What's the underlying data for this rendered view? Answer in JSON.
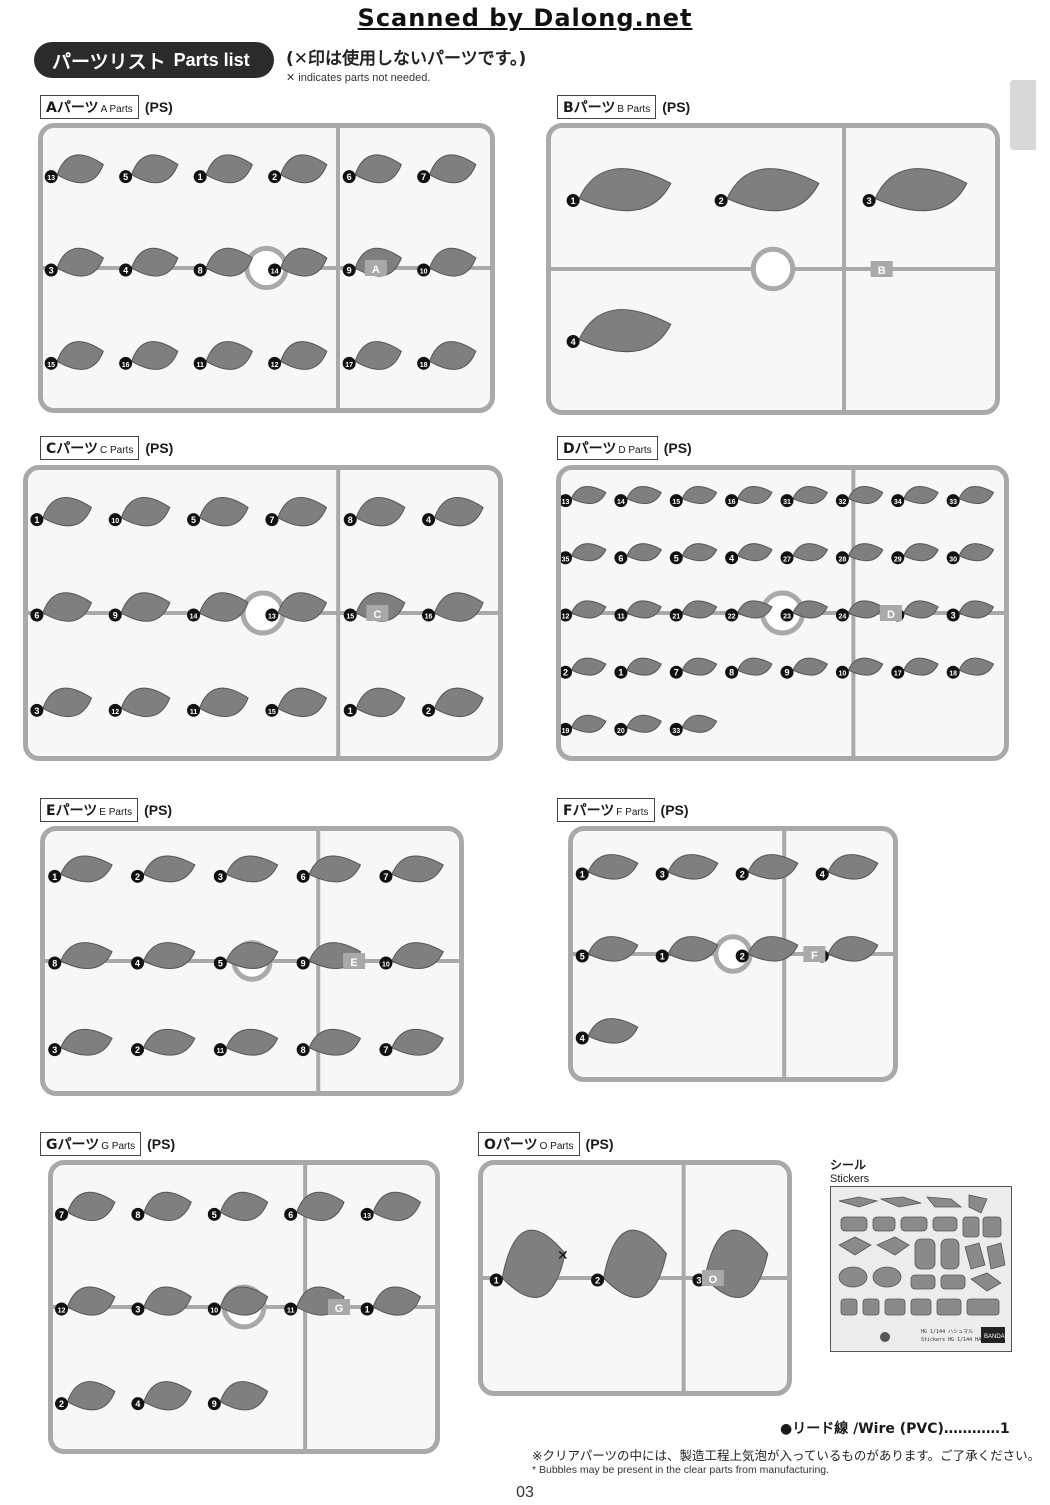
{
  "watermark": "Scanned by Dalong.net",
  "header": {
    "title_jp": "パーツリスト",
    "title_en": "Parts list",
    "note_jp": "(✕印は使用しないパーツです。)",
    "note_en": "✕ indicates parts not needed."
  },
  "runners": [
    {
      "id": "A",
      "label_jp": "Aパーツ",
      "label_en": "A Parts",
      "material": "(PS)",
      "tag": "A",
      "numbers": [
        "13",
        "5",
        "1",
        "2",
        "6",
        "7",
        "3",
        "4",
        "8",
        "14",
        "9",
        "10",
        "15",
        "16",
        "11",
        "12",
        "17",
        "18"
      ]
    },
    {
      "id": "B",
      "label_jp": "Bパーツ",
      "label_en": "B Parts",
      "material": "(PS)",
      "tag": "B",
      "numbers": [
        "1",
        "2",
        "3",
        "4"
      ]
    },
    {
      "id": "C",
      "label_jp": "Cパーツ",
      "label_en": "C Parts",
      "material": "(PS)",
      "tag": "C",
      "numbers": [
        "1",
        "10",
        "5",
        "7",
        "8",
        "4",
        "6",
        "9",
        "14",
        "13",
        "15",
        "16",
        "3",
        "12",
        "11",
        "15",
        "1",
        "2"
      ]
    },
    {
      "id": "D",
      "label_jp": "Dパーツ",
      "label_en": "D Parts",
      "material": "(PS)",
      "tag": "D",
      "numbers": [
        "13",
        "14",
        "15",
        "16",
        "31",
        "32",
        "34",
        "33",
        "35",
        "6",
        "5",
        "4",
        "27",
        "28",
        "29",
        "30",
        "12",
        "11",
        "21",
        "22",
        "23",
        "24",
        "25",
        "3",
        "2",
        "1",
        "7",
        "8",
        "9",
        "10",
        "17",
        "18",
        "19",
        "20",
        "33"
      ]
    },
    {
      "id": "E",
      "label_jp": "Eパーツ",
      "label_en": "E Parts",
      "material": "(PS)",
      "tag": "E",
      "numbers": [
        "1",
        "2",
        "3",
        "6",
        "7",
        "8",
        "4",
        "5",
        "9",
        "10",
        "3",
        "2",
        "11",
        "8",
        "7"
      ]
    },
    {
      "id": "F",
      "label_jp": "Fパーツ",
      "label_en": "F Parts",
      "material": "(PS)",
      "tag": "F",
      "numbers": [
        "1",
        "3",
        "2",
        "4",
        "5",
        "1",
        "2",
        "3",
        "4"
      ]
    },
    {
      "id": "G",
      "label_jp": "Gパーツ",
      "label_en": "G Parts",
      "material": "(PS)",
      "tag": "G",
      "numbers": [
        "7",
        "8",
        "5",
        "6",
        "13",
        "12",
        "3",
        "10",
        "11",
        "1",
        "2",
        "4",
        "9"
      ]
    },
    {
      "id": "O",
      "label_jp": "Oパーツ",
      "label_en": "O Parts",
      "material": "(PS)",
      "tag": "O",
      "numbers": [
        "1",
        "2",
        "3"
      ],
      "not_needed": "✕"
    }
  ],
  "stickers": {
    "title_jp": "シール",
    "title_en": "Stickers"
  },
  "wire": {
    "text": "●リード線 /Wire (PVC)…………1"
  },
  "notes": {
    "bubbles_jp": "※クリアパーツの中には、製造工程上気泡が入っているものがあります。ご了承ください。",
    "bubbles_en": "* Bubbles may be present in the clear parts from manufacturing."
  },
  "page_number": "03",
  "colors": {
    "frame": "#a9a9a9",
    "part": "#7f7f7f",
    "bg": "#f7f7f7",
    "pill": "#2b2b2b"
  }
}
